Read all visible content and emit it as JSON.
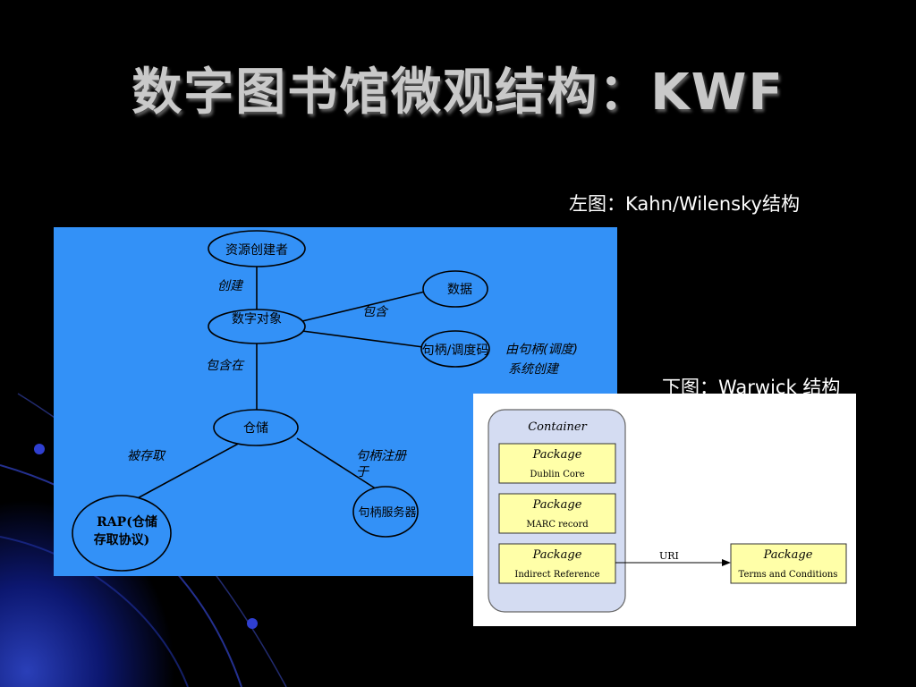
{
  "slide": {
    "title": "数字图书馆微观结构：KWF",
    "caption_left": "左图：Kahn/Wilensky结构",
    "caption_bottom": "下图：Warwick 结构"
  },
  "kahn_wilensky": {
    "nodes": {
      "creator": "资源创建者",
      "data": "数据",
      "digital_object": "数字对象",
      "handle": "句柄/调度码",
      "repository": "仓储",
      "handle_server": "句柄服务器",
      "rap_line1": "RAP(仓储",
      "rap_line2": "存取协议)"
    },
    "edges": {
      "create": "创建",
      "contain": "包含",
      "contained_in": "包含在",
      "handle_note_line1": "由句柄(调度)",
      "handle_note_line2": "系统创建",
      "accessed": "被存取",
      "register_line1": "句柄注册",
      "register_line2": "于"
    }
  },
  "warwick": {
    "container": "Container",
    "packages": [
      {
        "title": "Package",
        "label": "Dublin Core"
      },
      {
        "title": "Package",
        "label": "MARC record"
      },
      {
        "title": "Package",
        "label": "Indirect Reference"
      }
    ],
    "external": {
      "title": "Package",
      "label": "Terms and Conditions"
    },
    "link_label": "URI"
  },
  "colors": {
    "background": "#000000",
    "diagram_blue": "#3391f7",
    "container_fill": "#d4dcf2",
    "package_fill": "#ffffa8",
    "title_text": "#c9c9c9"
  }
}
